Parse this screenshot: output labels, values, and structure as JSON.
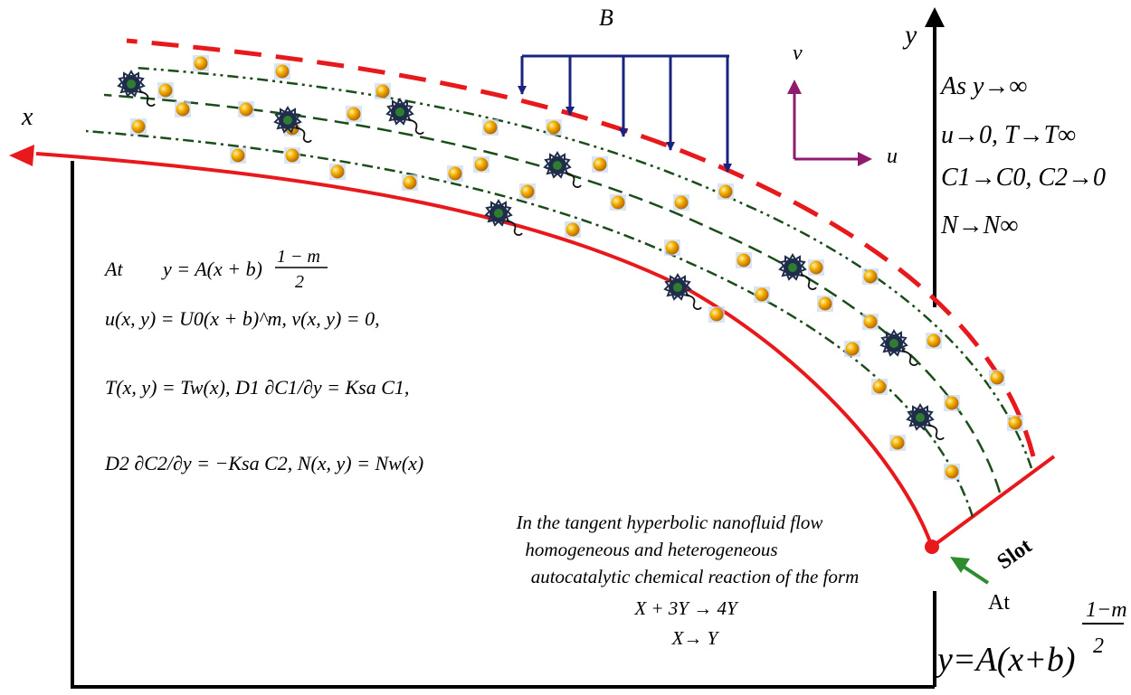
{
  "diagram": {
    "magnetic_field_label": "B",
    "axis_x_label": "x",
    "axis_y_label": "y",
    "velocity_v_label": "v",
    "velocity_u_label": "u",
    "slot_label": "Slot",
    "slot_at_label": "At",
    "far_field": {
      "line1": "As y→∞",
      "line2": "u→0, T→T∞",
      "line3": "C1→C0, C2→0",
      "line4": "N→N∞"
    },
    "boundary": {
      "line1_at": "At",
      "line1_eq": "y = A(x + b)",
      "line1_exp_num": "1 − m",
      "line1_exp_den": "2",
      "line2": "u(x, y) = U0(x + b)^m,   v(x, y) = 0,",
      "line3": "T(x, y) = Tw(x),   D1 ∂C1/∂y = Ksa C1,",
      "line4": "D2 ∂C2/∂y = −Ksa C2,   N(x, y) = Nw(x)"
    },
    "reaction": {
      "line1": "In the tangent hyperbolic nanofluid flow",
      "line2": "homogeneous and heterogeneous",
      "line3": "autocatalytic chemical reaction of the form",
      "line4": "X + 3Y → 4Y",
      "line5": "X→ Y"
    },
    "slot_equation": {
      "eq": "y=A(x+b)",
      "exp_num": "1−m",
      "exp_den": "2"
    },
    "colors": {
      "sheet": "#e8191c",
      "field_arrows": "#1a237e",
      "velocity_arrows": "#8e1b6e",
      "streamlines": "#1b4d1b",
      "nanoparticle": "#f2a000",
      "microorganism": "#2c3e6b",
      "slot_arrow": "#2e8b2e"
    }
  }
}
